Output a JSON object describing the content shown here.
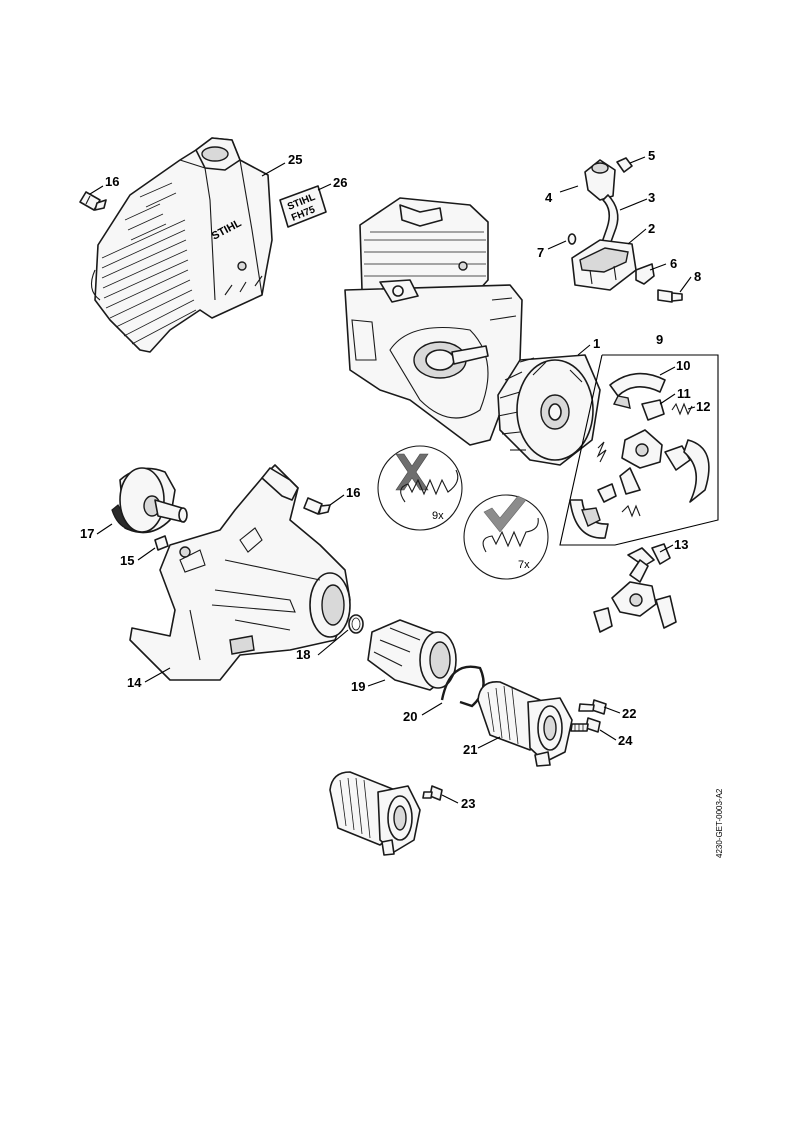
{
  "callouts": [
    {
      "id": "c1",
      "label": "1"
    },
    {
      "id": "c2",
      "label": "2"
    },
    {
      "id": "c3",
      "label": "3"
    },
    {
      "id": "c4",
      "label": "4"
    },
    {
      "id": "c5",
      "label": "5"
    },
    {
      "id": "c6",
      "label": "6"
    },
    {
      "id": "c7",
      "label": "7"
    },
    {
      "id": "c8",
      "label": "8"
    },
    {
      "id": "c9",
      "label": "9"
    },
    {
      "id": "c10",
      "label": "10"
    },
    {
      "id": "c11",
      "label": "11"
    },
    {
      "id": "c12",
      "label": "12"
    },
    {
      "id": "c13",
      "label": "13"
    },
    {
      "id": "c14",
      "label": "14"
    },
    {
      "id": "c15",
      "label": "15"
    },
    {
      "id": "c16a",
      "label": "16"
    },
    {
      "id": "c16b",
      "label": "16"
    },
    {
      "id": "c17",
      "label": "17"
    },
    {
      "id": "c18",
      "label": "18"
    },
    {
      "id": "c19",
      "label": "19"
    },
    {
      "id": "c20",
      "label": "20"
    },
    {
      "id": "c21",
      "label": "21"
    },
    {
      "id": "c22",
      "label": "22"
    },
    {
      "id": "c23",
      "label": "23"
    },
    {
      "id": "c24",
      "label": "24"
    },
    {
      "id": "c25",
      "label": "25"
    },
    {
      "id": "c26",
      "label": "26"
    }
  ],
  "spring_notes": {
    "wrong_count": "9x",
    "right_count": "7x",
    "wrong_icon": "cross-icon",
    "right_icon": "check-icon"
  },
  "labels": {
    "cover_logo": "STIHL",
    "decal_line1": "STIHL",
    "decal_line2": "FH75"
  },
  "doc_id": "4230-GET-0003-A2",
  "colors": {
    "line": "#1a1a1a",
    "check": "#8c8c8c",
    "cross": "#6e6e6e"
  }
}
